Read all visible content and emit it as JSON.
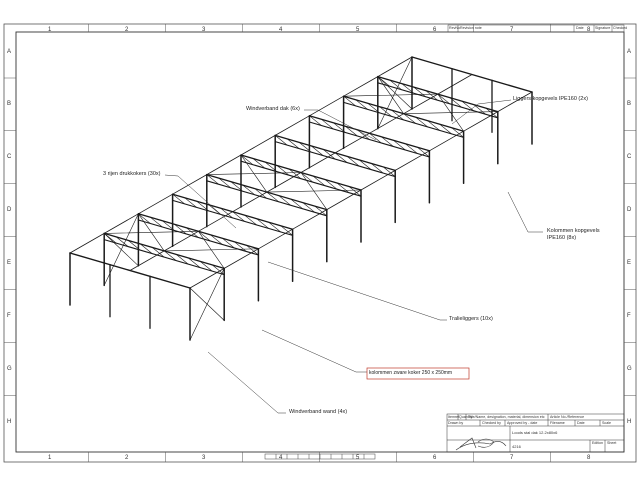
{
  "grid": {
    "columns": [
      "1",
      "2",
      "3",
      "4",
      "5",
      "6",
      "7",
      "8"
    ],
    "rows": [
      "A",
      "B",
      "C",
      "D",
      "E",
      "F",
      "G",
      "H"
    ]
  },
  "revision_table": {
    "rev_label": "RevNo",
    "description_label": "Revision note",
    "date_label": "Date",
    "signature_label": "Signature",
    "checked_label": "Checked"
  },
  "callouts": {
    "windverband_dak": "Windverband dak (6x)",
    "liggers_kopgevels": "Liggers kopgevels IPE160 (2x)",
    "drukkokers": "3 rijen drukkokers (30x)",
    "kolommen_kopgevels_1": "Kolommen kopgevels",
    "kolommen_kopgevels_2": "IPE160 (8x)",
    "traliliggers": "Tralieliggers (10x)",
    "kolommen_zware": "kolommen zware koker 250 x 250mm",
    "windverband_wand": "Windverband wand (4x)"
  },
  "title_block": {
    "row1": [
      "Itemref",
      "Quantity",
      "Title/Name, designation, material, dimension etc",
      "Article No./Reference"
    ],
    "row2": [
      "Drawn by",
      "Checked by",
      "Approved by - date",
      "Filename",
      "Date",
      "Scale"
    ],
    "row3": "Loods stal dak 12.2x80x6",
    "row4_left": "4216",
    "edition_label": "Edition",
    "sheet_label": "Sheet"
  },
  "colors": {
    "line": "#1a1a1a",
    "frame": "#444444",
    "highlight": "#c0392b"
  }
}
